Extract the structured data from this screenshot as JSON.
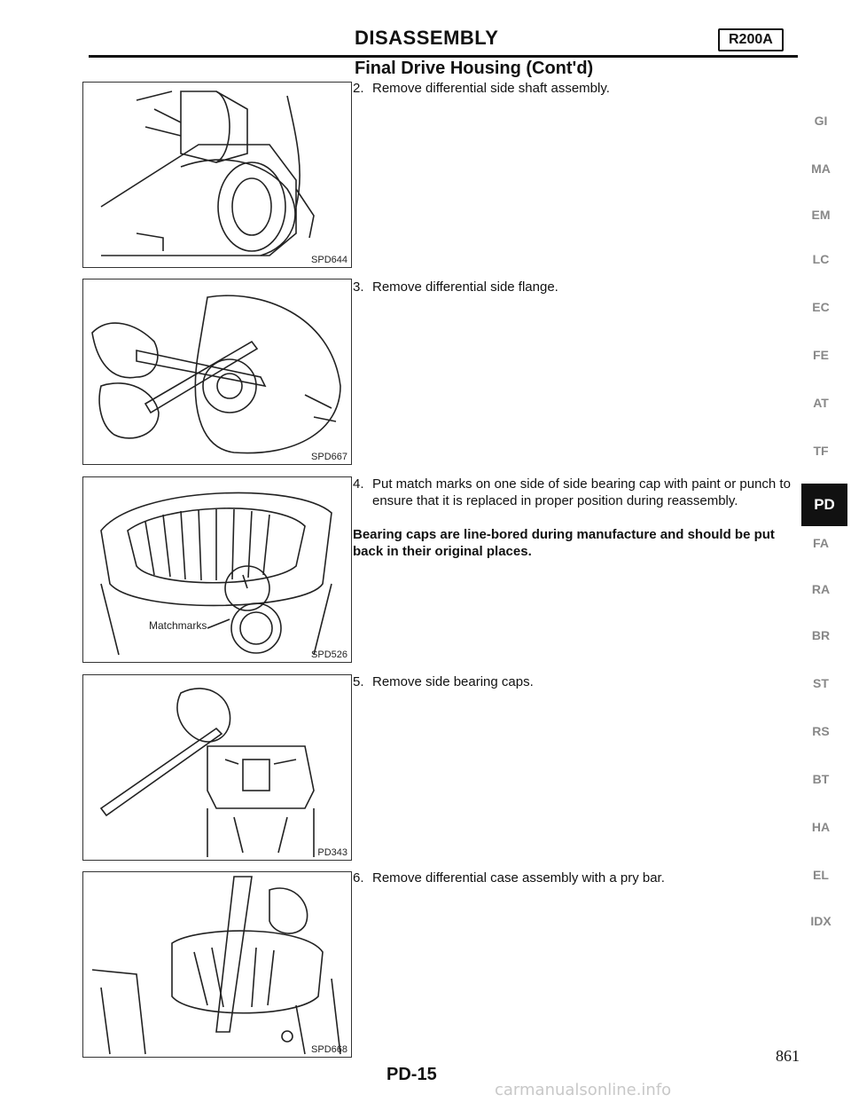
{
  "header": {
    "title": "DISASSEMBLY",
    "badge": "R200A",
    "section_title": "Final Drive Housing (Cont'd)"
  },
  "figures": [
    {
      "code": "SPD644"
    },
    {
      "code": "SPD667"
    },
    {
      "code": "SPD526",
      "note": "Matchmarks"
    },
    {
      "code": "PD343"
    },
    {
      "code": "SPD668"
    }
  ],
  "steps": [
    {
      "num": "2.",
      "text": "Remove differential side shaft assembly."
    },
    {
      "num": "3.",
      "text": "Remove differential side flange."
    },
    {
      "num": "4.",
      "text": "Put match marks on one side of side bearing cap with paint or punch to ensure that it is replaced in proper position during reassembly."
    },
    {
      "num": "5.",
      "text": "Remove side bearing caps."
    },
    {
      "num": "6.",
      "text": "Remove differential case assembly with a pry bar."
    }
  ],
  "warning": "Bearing caps are line-bored during manufacture and should be put back in their original places.",
  "side_tabs": [
    "GI",
    "MA",
    "EM",
    "LC",
    "EC",
    "FE",
    "AT",
    "TF",
    "PD",
    "FA",
    "RA",
    "BR",
    "ST",
    "RS",
    "BT",
    "HA",
    "EL",
    "IDX"
  ],
  "active_tab": "PD",
  "footer": {
    "page": "PD-15",
    "sheet": "861",
    "watermark": "carmanualsonline.info"
  }
}
